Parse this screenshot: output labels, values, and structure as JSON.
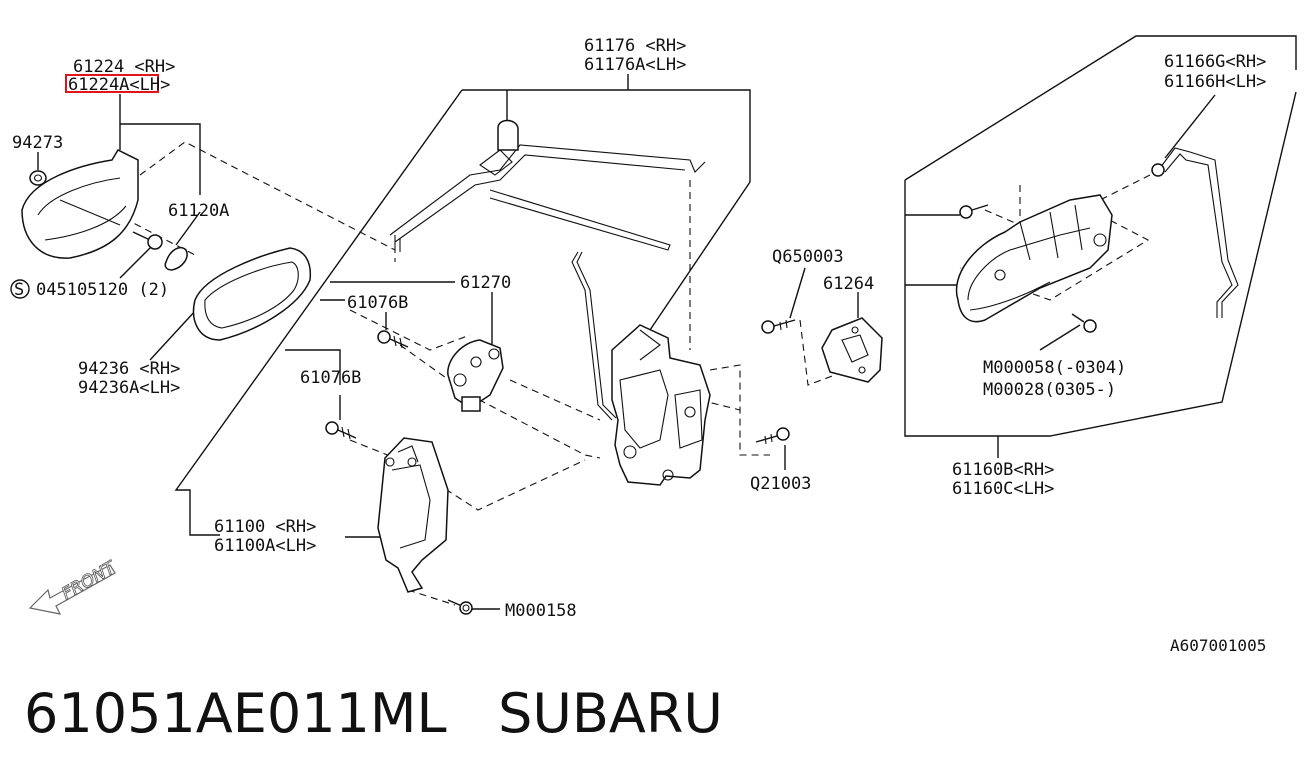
{
  "labels": {
    "p61224_rh": "61224 <RH>",
    "p61224a_lh": "61224A<LH>",
    "p94273": "94273",
    "p61120a": "61120A",
    "s045105120": "045105120 (2)",
    "s_mark": "S",
    "p94236_rh": "94236 <RH>",
    "p94236a_lh": "94236A<LH>",
    "p61176_rh": "61176 <RH>",
    "p61176a_lh": "61176A<LH>",
    "p61270": "61270",
    "p61076b_1": "61076B",
    "p61076b_2": "61076B",
    "p61100_rh": "61100 <RH>",
    "p61100a_lh": "61100A<LH>",
    "m000158": "M000158",
    "q650003": "Q650003",
    "p61264": "61264",
    "q21003": "Q21003",
    "p61166g_rh": "61166G<RH>",
    "p61166h_lh": "61166H<LH>",
    "m000058": "M000058(-0304)",
    "m00028": "M00028(0305-)",
    "p61160b_rh": "61160B<RH>",
    "p61160c_lh": "61160C<LH>",
    "front": "FRONT",
    "ref_code": "A607001005"
  },
  "highlight": {
    "part": "61224A",
    "color": "#e0151b"
  },
  "caption": "61051AE011ML   SUBARU"
}
